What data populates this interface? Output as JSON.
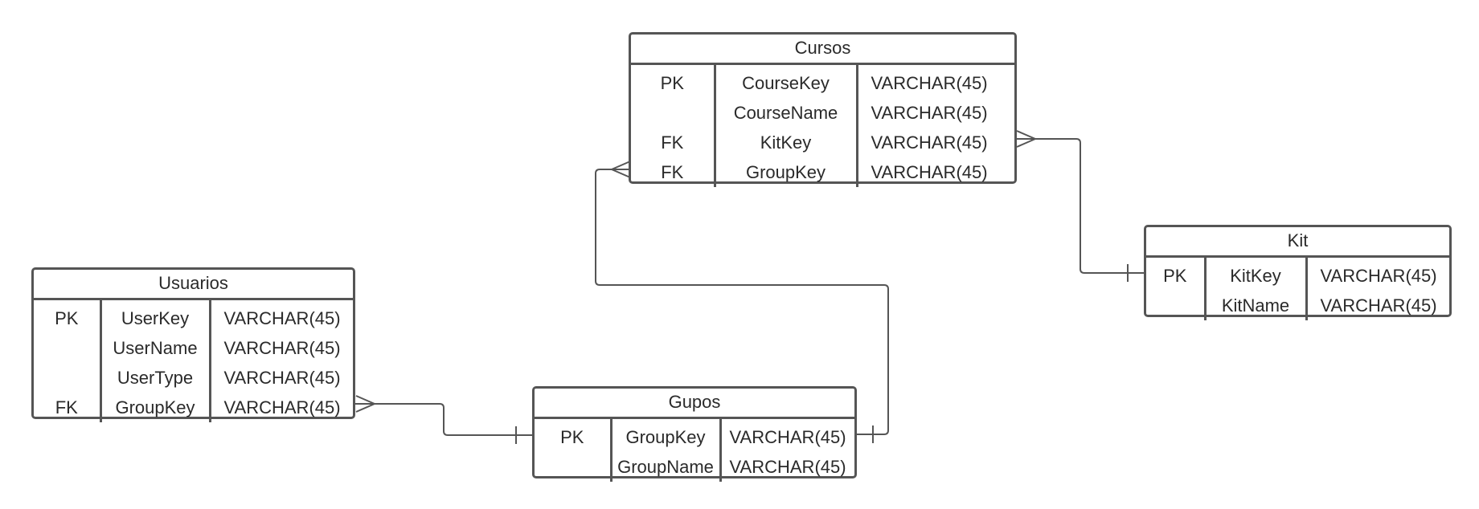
{
  "entities": {
    "cursos": {
      "name": "Cursos",
      "rows": [
        {
          "key": "PK",
          "field": "CourseKey",
          "type": "VARCHAR(45)"
        },
        {
          "key": "",
          "field": "CourseName",
          "type": "VARCHAR(45)"
        },
        {
          "key": "FK",
          "field": "KitKey",
          "type": "VARCHAR(45)"
        },
        {
          "key": "FK",
          "field": "GroupKey",
          "type": "VARCHAR(45)"
        }
      ]
    },
    "usuarios": {
      "name": "Usuarios",
      "rows": [
        {
          "key": "PK",
          "field": "UserKey",
          "type": "VARCHAR(45)"
        },
        {
          "key": "",
          "field": "UserName",
          "type": "VARCHAR(45)"
        },
        {
          "key": "",
          "field": "UserType",
          "type": "VARCHAR(45)"
        },
        {
          "key": "FK",
          "field": "GroupKey",
          "type": "VARCHAR(45)"
        }
      ]
    },
    "gupos": {
      "name": "Gupos",
      "rows": [
        {
          "key": "PK",
          "field": "GroupKey",
          "type": "VARCHAR(45)"
        },
        {
          "key": "",
          "field": "GroupName",
          "type": "VARCHAR(45)"
        }
      ]
    },
    "kit": {
      "name": "Kit",
      "rows": [
        {
          "key": "PK",
          "field": "KitKey",
          "type": "VARCHAR(45)"
        },
        {
          "key": "",
          "field": "KitName",
          "type": "VARCHAR(45)"
        }
      ]
    }
  },
  "relationships": [
    {
      "from": "usuarios",
      "from_field": "GroupKey",
      "from_cardinality": "many",
      "to": "gupos",
      "to_field": "GroupKey",
      "to_cardinality": "one"
    },
    {
      "from": "cursos",
      "from_field": "GroupKey",
      "from_cardinality": "many",
      "to": "gupos",
      "to_field": "GroupKey",
      "to_cardinality": "one"
    },
    {
      "from": "cursos",
      "from_field": "KitKey",
      "from_cardinality": "many",
      "to": "kit",
      "to_field": "KitKey",
      "to_cardinality": "one"
    }
  ],
  "colors": {
    "stroke": "#555555",
    "text": "#2a2a2a",
    "background": "#ffffff"
  }
}
